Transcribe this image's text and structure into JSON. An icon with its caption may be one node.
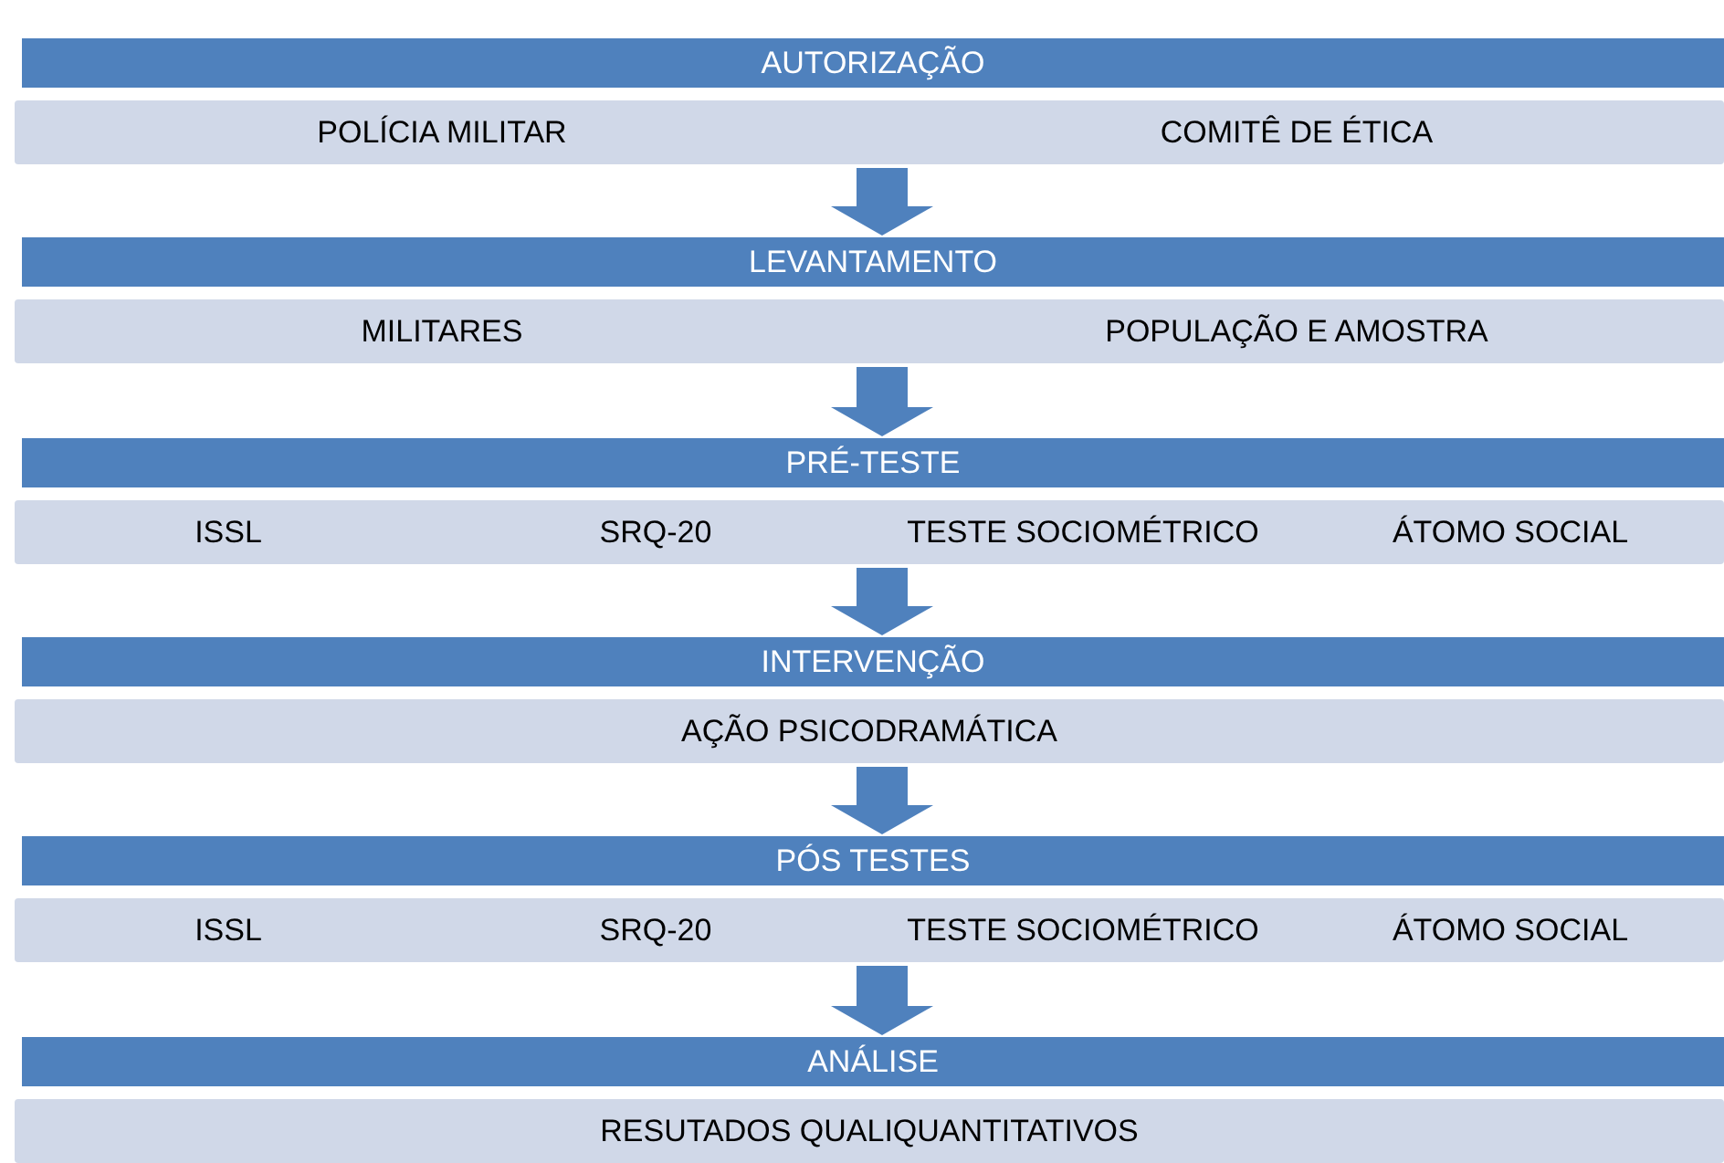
{
  "diagram": {
    "nodes": [
      {
        "text": [
          "AUTORIZAÇÃO"
        ]
      },
      {
        "text": [
          "POLÍCIA MILITAR",
          "COMITÊ DE ÉTICA"
        ]
      },
      {
        "text": [
          "LEVANTAMENTO"
        ]
      },
      {
        "text": [
          "MILITARES",
          "POPULAÇÃO E AMOSTRA"
        ]
      },
      {
        "text": [
          "PRÉ-TESTE"
        ]
      },
      {
        "text": [
          "ISSL",
          "SRQ-20",
          "TESTE SOCIOMÉTRICO",
          "ÁTOMO SOCIAL"
        ]
      },
      {
        "text": [
          "INTERVENÇÃO"
        ]
      },
      {
        "text": [
          "AÇÃO PSICODRAMÁTICA"
        ]
      },
      {
        "text": [
          "PÓS TESTES"
        ]
      },
      {
        "text": [
          "ISSL",
          "SRQ-20",
          "TESTE SOCIOMÉTRICO",
          "ÁTOMO SOCIAL"
        ]
      },
      {
        "text": [
          "ANÁLISE"
        ]
      },
      {
        "text": [
          "RESUTADOS QUALIQUANTITATIVOS"
        ]
      }
    ],
    "edges": [
      {
        "from": 1,
        "to": 2,
        "arrow": "to"
      },
      {
        "from": 3,
        "to": 4,
        "arrow": "to"
      },
      {
        "from": 5,
        "to": 6,
        "arrow": "to"
      },
      {
        "from": 7,
        "to": 8,
        "arrow": "to"
      },
      {
        "from": 9,
        "to": 10,
        "arrow": "to"
      }
    ]
  }
}
